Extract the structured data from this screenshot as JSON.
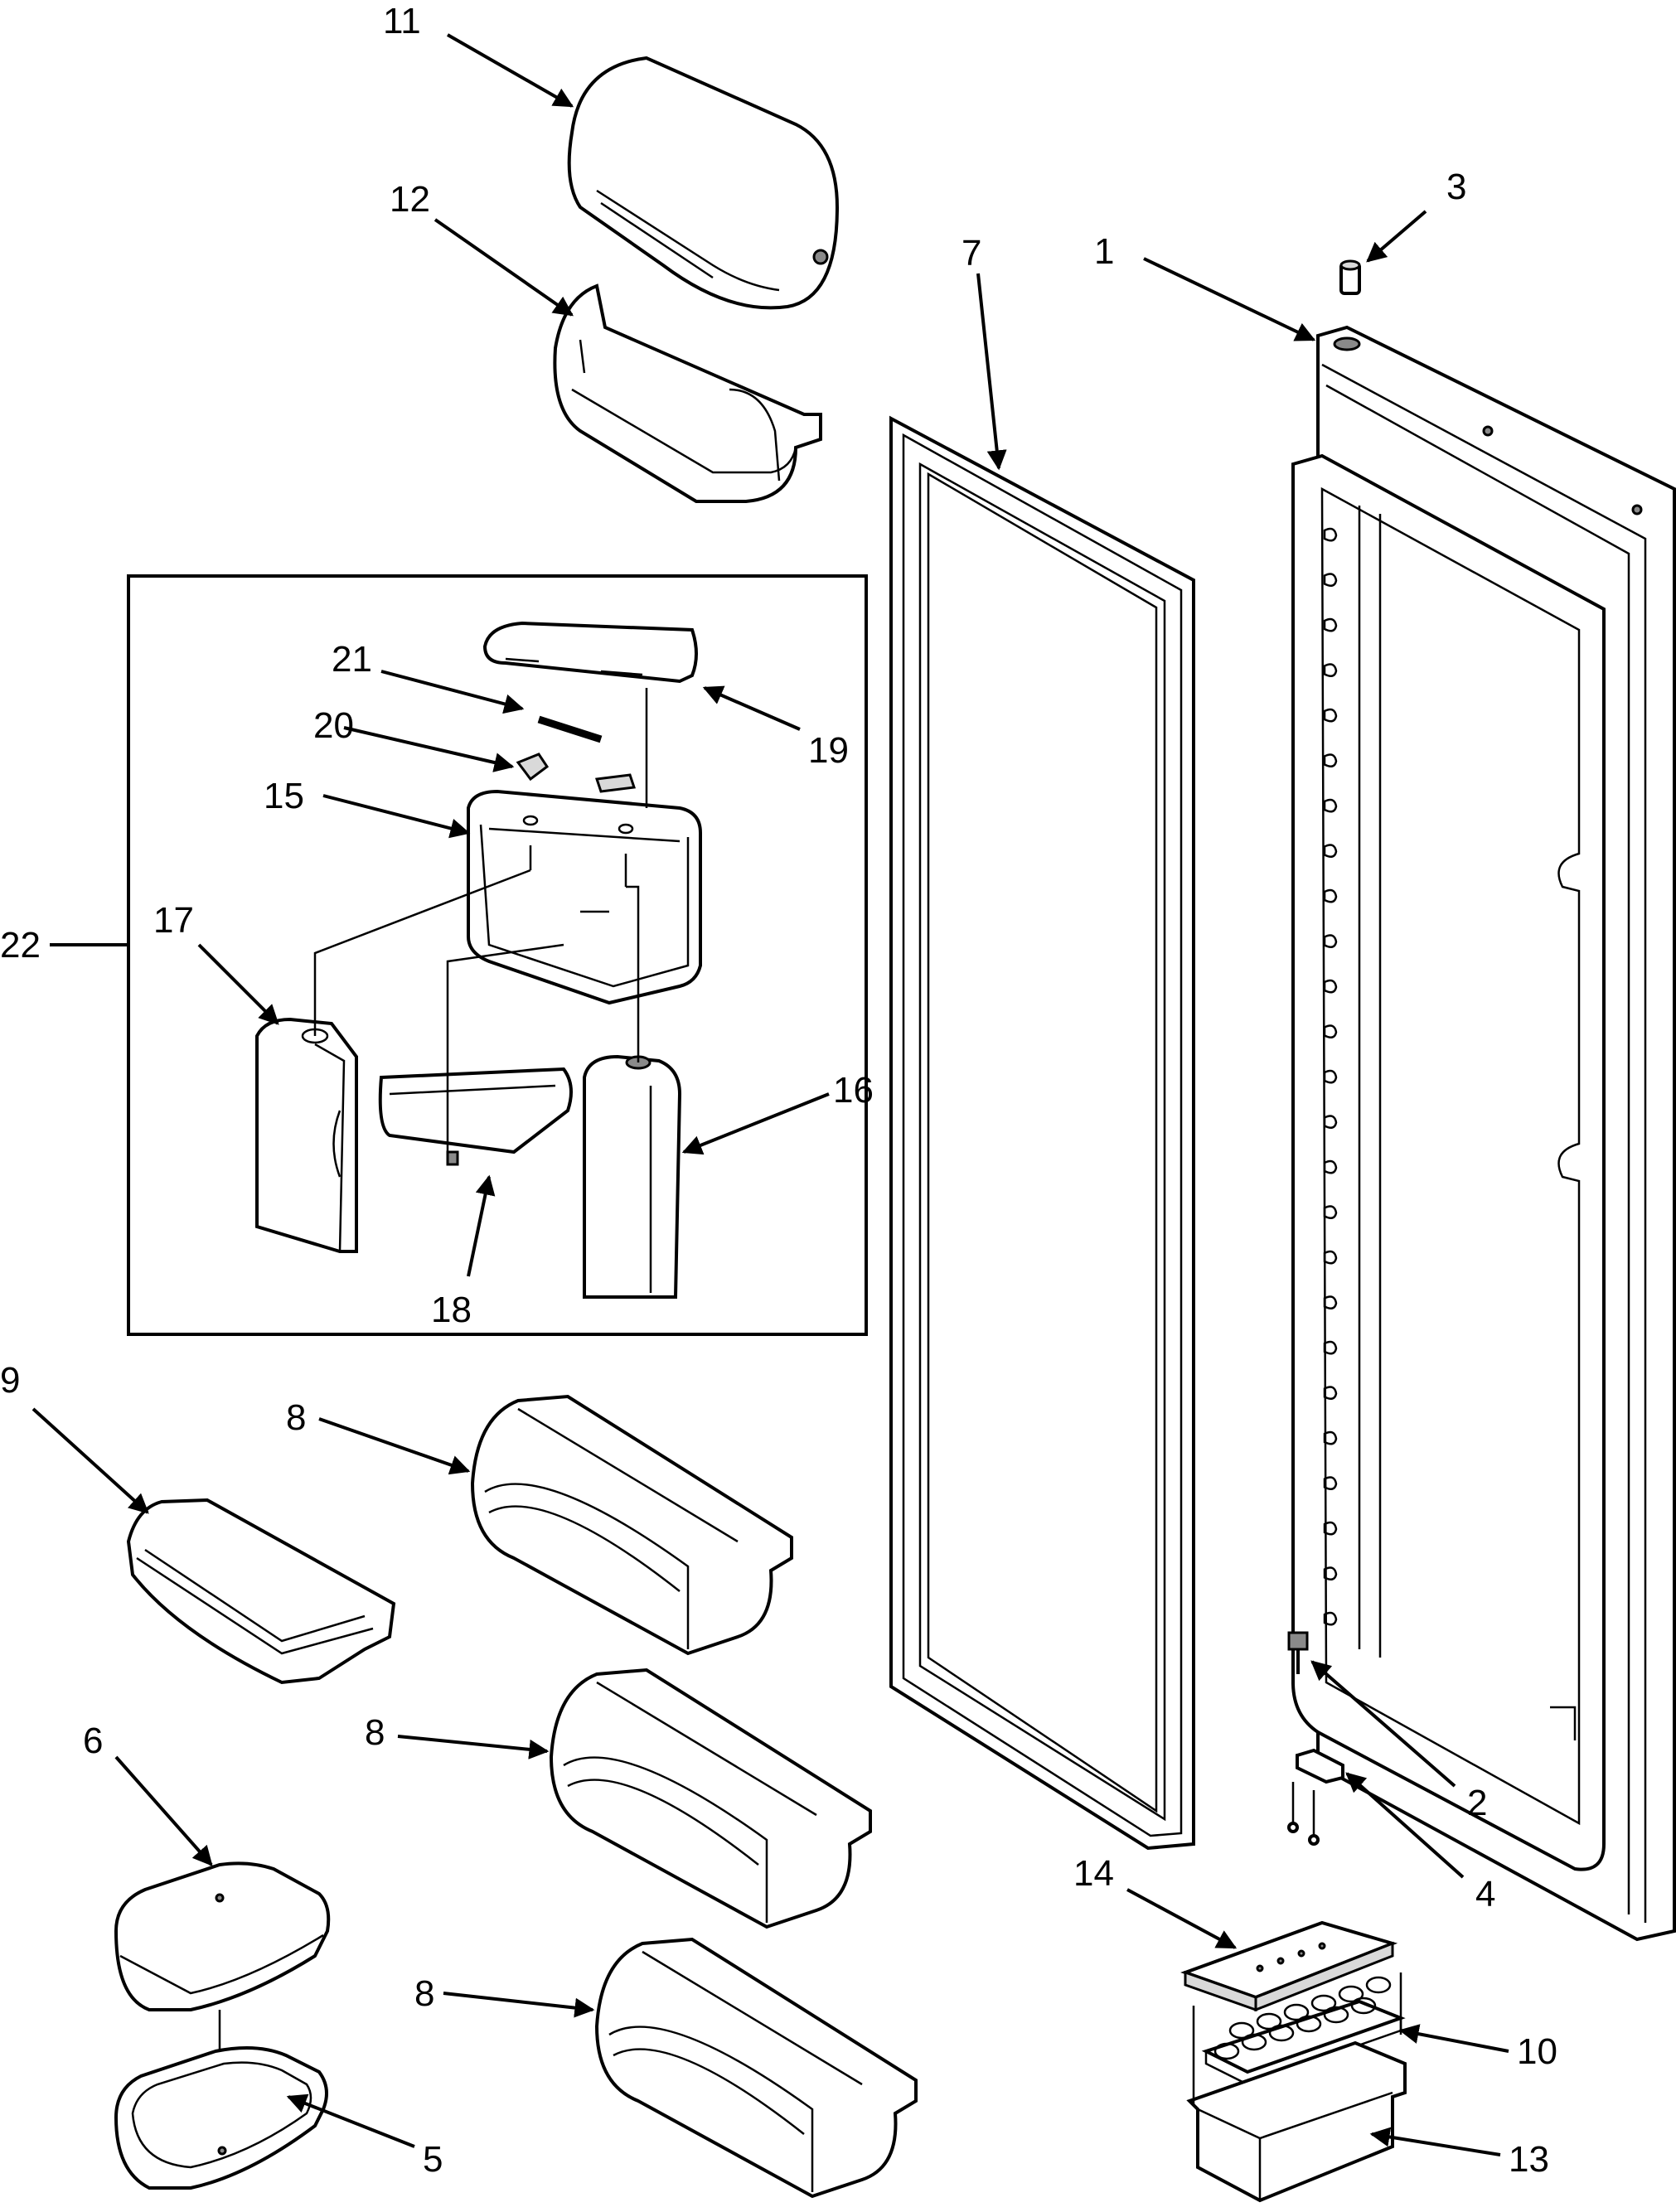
{
  "labels": {
    "p1": "1",
    "p2": "2",
    "p3": "3",
    "p4": "4",
    "p5": "5",
    "p6": "6",
    "p7": "7",
    "p8a": "8",
    "p8b": "8",
    "p8c": "8",
    "p9": "9",
    "p10": "10",
    "p11": "11",
    "p12": "12",
    "p13": "13",
    "p14": "14",
    "p15": "15",
    "p16": "16",
    "p17": "17",
    "p18": "18",
    "p19": "19",
    "p20": "20",
    "p21": "21",
    "p22": "22"
  }
}
